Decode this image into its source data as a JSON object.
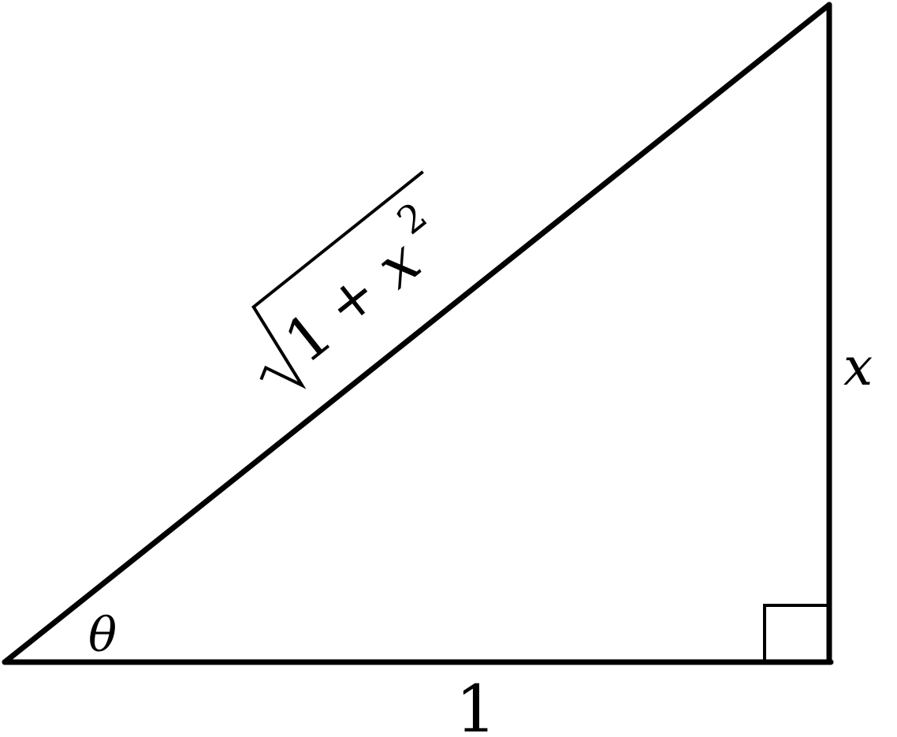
{
  "labels": {
    "angle": "θ",
    "base": "1",
    "height": "x",
    "hypotenuse_one": "1",
    "hypotenuse_plus": "+",
    "hypotenuse_x": "x",
    "hypotenuse_exp": "2"
  },
  "colors": {
    "stroke": "#000000",
    "background": "#ffffff"
  }
}
